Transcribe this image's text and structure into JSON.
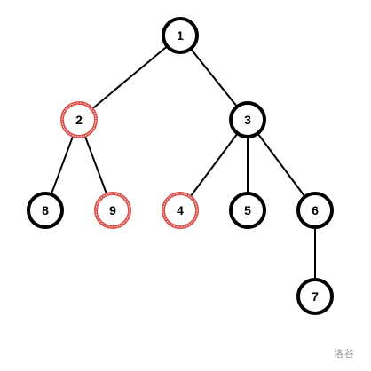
{
  "tree": {
    "nodes": [
      {
        "id": "1",
        "label": "1",
        "highlighted": false
      },
      {
        "id": "2",
        "label": "2",
        "highlighted": true
      },
      {
        "id": "3",
        "label": "3",
        "highlighted": false
      },
      {
        "id": "8",
        "label": "8",
        "highlighted": false
      },
      {
        "id": "9",
        "label": "9",
        "highlighted": true
      },
      {
        "id": "4",
        "label": "4",
        "highlighted": true
      },
      {
        "id": "5",
        "label": "5",
        "highlighted": false
      },
      {
        "id": "6",
        "label": "6",
        "highlighted": false
      },
      {
        "id": "7",
        "label": "7",
        "highlighted": false
      }
    ],
    "edges": [
      {
        "from": "1",
        "to": "2"
      },
      {
        "from": "1",
        "to": "3"
      },
      {
        "from": "2",
        "to": "8"
      },
      {
        "from": "2",
        "to": "9"
      },
      {
        "from": "3",
        "to": "4"
      },
      {
        "from": "3",
        "to": "5"
      },
      {
        "from": "3",
        "to": "6"
      },
      {
        "from": "6",
        "to": "7"
      }
    ]
  },
  "colors": {
    "node_border": "#000000",
    "highlight_border": "#d9534f",
    "node_fill": "#ffffff",
    "edge": "#000000"
  },
  "watermark": "洛谷"
}
